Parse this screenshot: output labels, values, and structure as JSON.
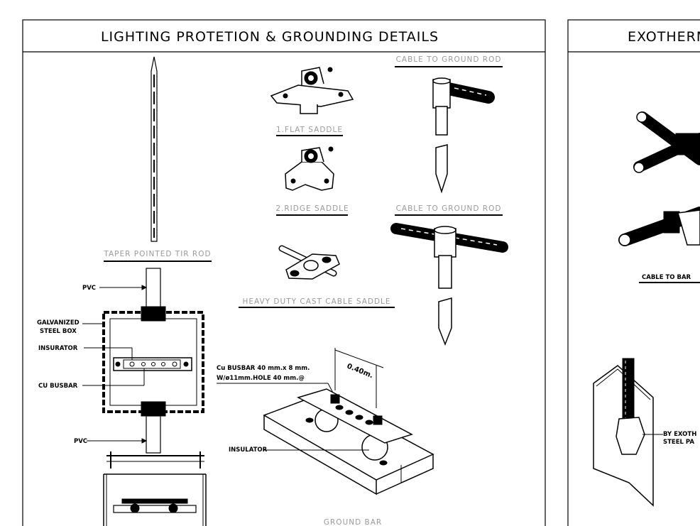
{
  "panels": {
    "left_title": "LIGHTING PROTETION & GROUNDING DETAILS",
    "right_title": "EXOTHERM"
  },
  "captions": {
    "taper_rod": "TAPER POINTED TIR ROD",
    "flat_saddle": "1.FLAT SADDLE",
    "ridge_saddle": "2.RIDGE SADDLE",
    "cast_saddle": "HEAVY DUTY CAST CABLE SADDLE",
    "cable_rod_1": "CABLE TO GROUND ROD",
    "cable_rod_2": "CABLE TO GROUND ROD",
    "ground_bar": "GROUND BAR",
    "cable_to_bar": "CABLE TO BAR"
  },
  "labels": {
    "pvc_top": "PVC",
    "galvanized_1": "GALVANIZED",
    "galvanized_2": "STEEL BOX",
    "insurator": "INSURATOR",
    "cu_busbar": "CU BUSBAR",
    "pvc_bottom": "PVC",
    "busbar_spec_1": "Cu BUSBAR 40 mm.x 8 mm.",
    "busbar_spec_2": "W/ø11mm.HOLE 40 mm.@",
    "dimension": "0.40m.",
    "insulator": "INSULATOR",
    "exo_1": "BY EXOTH",
    "exo_2": "STEEL PA"
  }
}
